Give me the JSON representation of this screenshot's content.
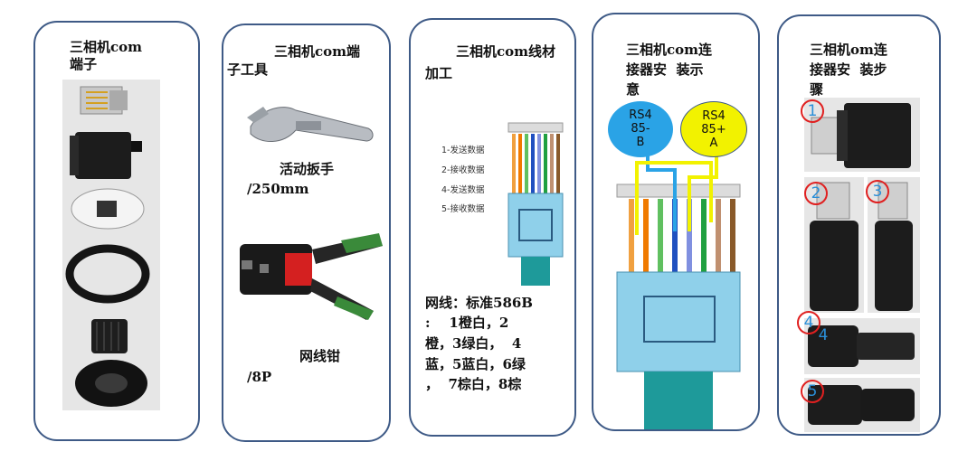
{
  "panels": [
    {
      "title_line1": "三相机com",
      "title_line2": "端子"
    },
    {
      "title_line1": "三相机com端",
      "title_line2": "子工具",
      "wrench_line1": "活动扳手",
      "wrench_line2": "/250mm",
      "crimper_line1": "网线钳",
      "crimper_line2": "/8P"
    },
    {
      "title_line1": "三相机com线材",
      "title_line2": "加工",
      "wires": [
        "1-发送数据",
        "2-接收数据",
        "4-发送数据",
        "5-接收数据"
      ],
      "std_lines": [
        "网线：标准586B",
        ":    1橙白，2",
        "橙，3绿白，  4",
        "蓝，5蓝白，6绿",
        "，  7棕白，8棕"
      ]
    },
    {
      "title_line1": "三相机com连",
      "title_line2": "接器安  装示",
      "title_line3": "意",
      "bubble_b": [
        "RS4",
        "85-",
        "B"
      ],
      "bubble_a": [
        "RS4",
        "85+",
        "A"
      ]
    },
    {
      "title_line1": "三相机om连",
      "title_line2": "接器安  装步",
      "title_line3": "骤",
      "steps": [
        "1",
        "2",
        "3",
        "4",
        "4",
        "5"
      ]
    }
  ],
  "colors": {
    "border": "#3e5a86",
    "bubble_b": "#2aa3e6",
    "bubble_a": "#f2f200",
    "step_ring": "#e02020",
    "step_num": "#2a8fd8",
    "plug_body": "#7ec6e6",
    "cable": "#1e9a9a"
  }
}
